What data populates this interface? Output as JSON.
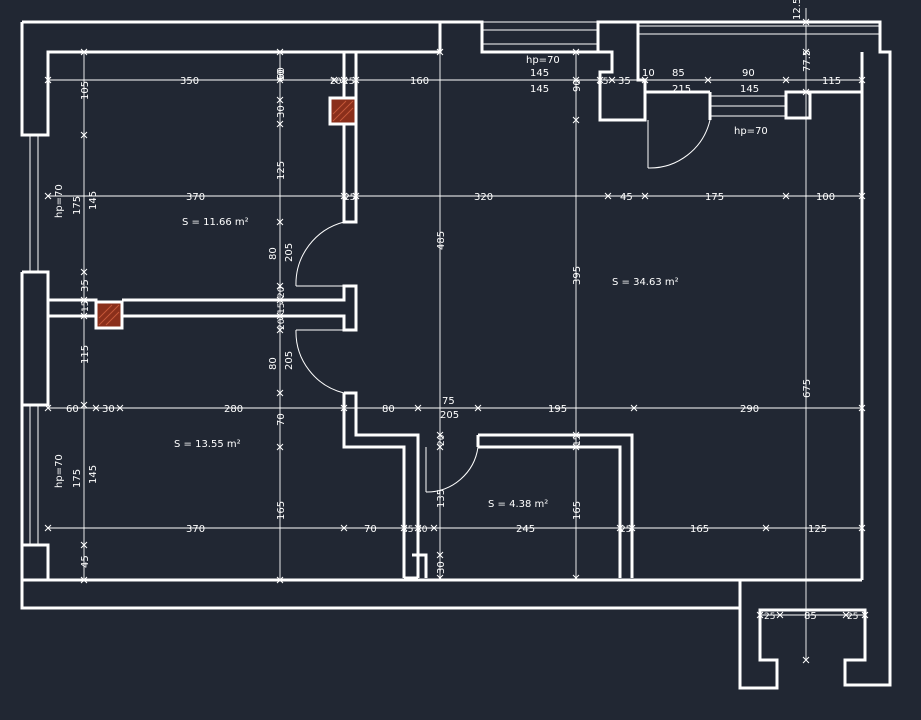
{
  "areas": {
    "room_left_top": "S = 11.66 m²",
    "room_left_bottom": "S = 13.55 m²",
    "room_main": "S = 34.63 m²",
    "room_bath": "S = 4.38 m²"
  },
  "window_heights": {
    "top_center": "hp=70",
    "top_right": "hp=70",
    "left_upper": "hp=70",
    "left_lower": "hp=70"
  },
  "dimensions": {
    "row1": [
      "350",
      "60",
      "20",
      "25",
      "160",
      "145",
      "145",
      "25",
      "35",
      "10",
      "85",
      "215",
      "90",
      "145",
      "115"
    ],
    "row2": [
      "370",
      "25",
      "320",
      "45",
      "175",
      "100"
    ],
    "row3": [
      "60",
      "30",
      "280",
      "80",
      "75",
      "205",
      "195",
      "290"
    ],
    "row4": [
      "370",
      "70",
      "25",
      "20",
      "245",
      "25",
      "165",
      "125"
    ],
    "row5": [
      "25",
      "85",
      "25"
    ],
    "left_col": [
      "105",
      "175",
      "145",
      "35",
      "15",
      "115",
      "175",
      "145",
      "45"
    ],
    "col_inner": [
      "60",
      "30",
      "125",
      "80",
      "205",
      "20",
      "15",
      "20",
      "80",
      "205",
      "70",
      "165"
    ],
    "col_center": [
      "485",
      "20",
      "135",
      "30"
    ],
    "col_mid": [
      "90",
      "395",
      "15",
      "165"
    ],
    "col_right": [
      "12.5",
      "77.5",
      "675"
    ]
  }
}
